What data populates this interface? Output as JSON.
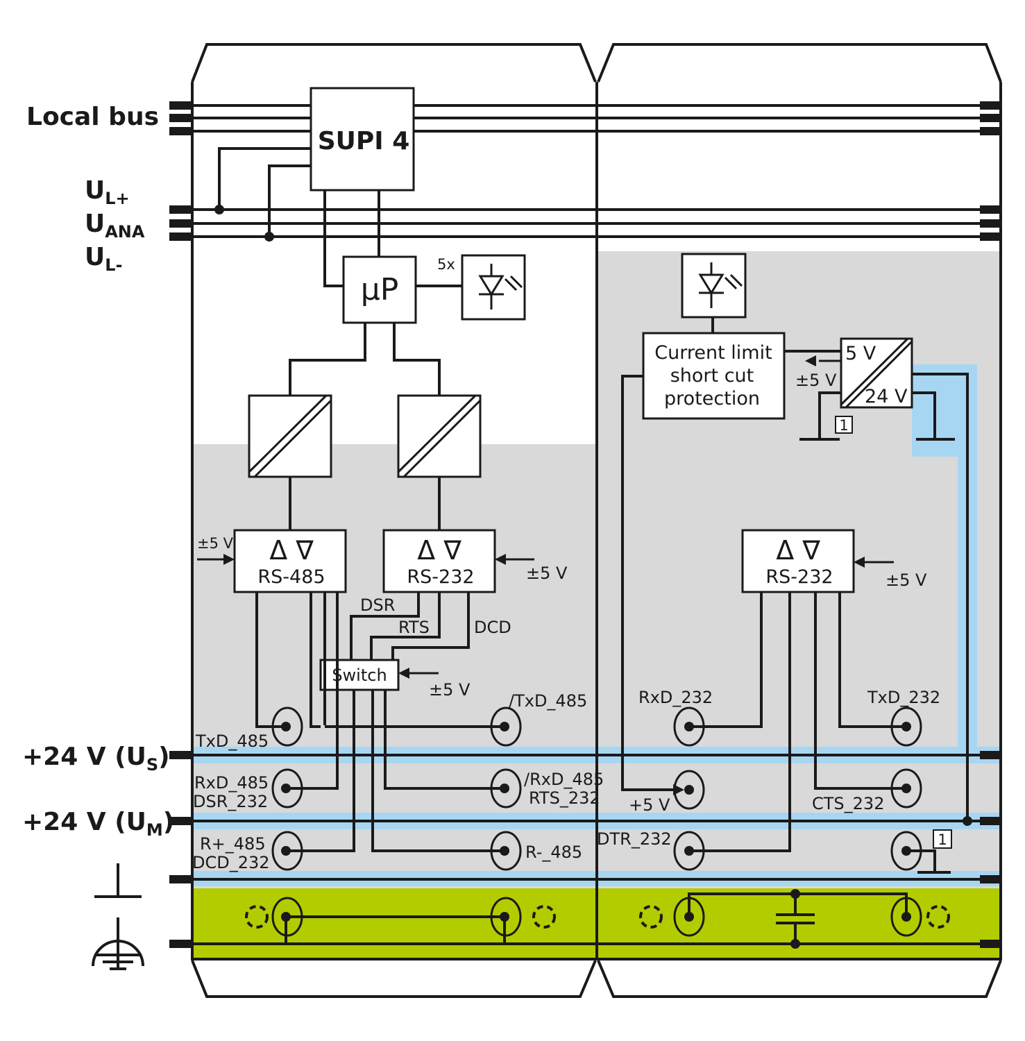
{
  "colors": {
    "gray_zone": "#d9d9d9",
    "blue_bus": "#a7d6f2",
    "green_zone": "#b3cc00",
    "line": "#1a1a1a"
  },
  "left_labels": {
    "local_bus": "Local bus",
    "ul_plus": {
      "main": "U",
      "sub": "L+"
    },
    "uana": {
      "main": "U",
      "sub": "ANA"
    },
    "ul_minus": {
      "main": "U",
      "sub": "L-"
    },
    "us": {
      "pre": "+24 V (U",
      "sub": "S",
      "post": ")"
    },
    "um": {
      "pre": "+24 V (U",
      "sub": "M",
      "post": ")"
    },
    "ground_icon": "ground-icon",
    "earth_icon": "protective-earth-icon"
  },
  "blocks": {
    "supi": "SUPI 4",
    "up": "µP",
    "led_count": "5x",
    "rs485": "RS-485",
    "rs232_left": "RS-232",
    "rs232_right": "RS-232",
    "switch": "Switch",
    "current_limit": [
      "Current limit",
      "short cut",
      "protection"
    ],
    "conv_5v": "5 V",
    "conv_24v": "24 V",
    "arrows": "Δ ∇"
  },
  "supply_labels": {
    "rs485": "±5 V",
    "rs232_left": "±5 V",
    "switch": "±5 V",
    "conv": "±5 V",
    "rs232_right": "±5 V",
    "plus5v": "+5 V"
  },
  "signal_labels": {
    "dsr": "DSR",
    "rts": "RTS",
    "dcd": "DCD"
  },
  "terminal_labels": {
    "txd485": "TxD_485",
    "ntxd485": "/TxD_485",
    "rxd485": "RxD_485",
    "dsr232": "DSR_232",
    "nrxd485": "/RxD_485",
    "rts232": "RTS_232",
    "rplus485": "R+_485",
    "dcd232": "DCD_232",
    "rminus485": "R-_485",
    "rxd232": "RxD_232",
    "txd232": "TxD_232",
    "cts232": "CTS_232",
    "dtr232": "DTR_232",
    "note1": "1"
  }
}
